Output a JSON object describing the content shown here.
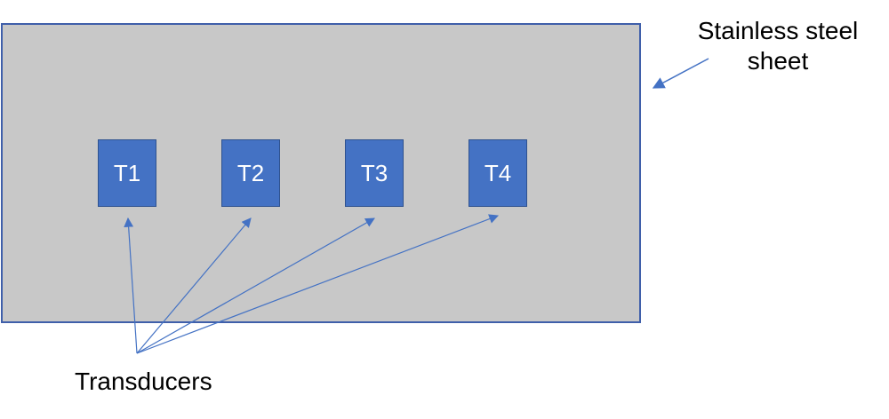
{
  "colors": {
    "sheet_fill": "#c8c8c8",
    "sheet_border": "#3f5faa",
    "transducer_fill": "#4472c4",
    "arrow": "#4472c4",
    "text": "#000000"
  },
  "sheet": {
    "label_line1": "Stainless steel",
    "label_line2": "sheet"
  },
  "transducers": {
    "label": "Transducers",
    "items": [
      {
        "id": "T1"
      },
      {
        "id": "T2"
      },
      {
        "id": "T3"
      },
      {
        "id": "T4"
      }
    ]
  }
}
